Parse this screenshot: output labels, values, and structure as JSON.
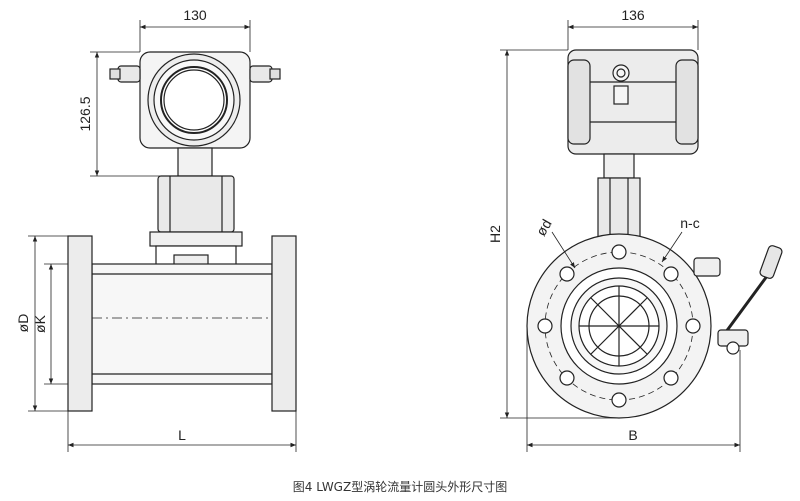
{
  "caption": "图4  LWGZ型涡轮流量计圆头外形尺寸图",
  "front_view": {
    "width_dim": "130",
    "height_dim": "126.5",
    "flange_outer_dim": "øD",
    "bolt_circle_dim": "øK",
    "length_dim": "L"
  },
  "side_view": {
    "width_dim": "136",
    "height_dim": "H2",
    "bolt_hole_dim": "ød",
    "bolt_count_dim": "n-c",
    "base_width_dim": "B"
  }
}
